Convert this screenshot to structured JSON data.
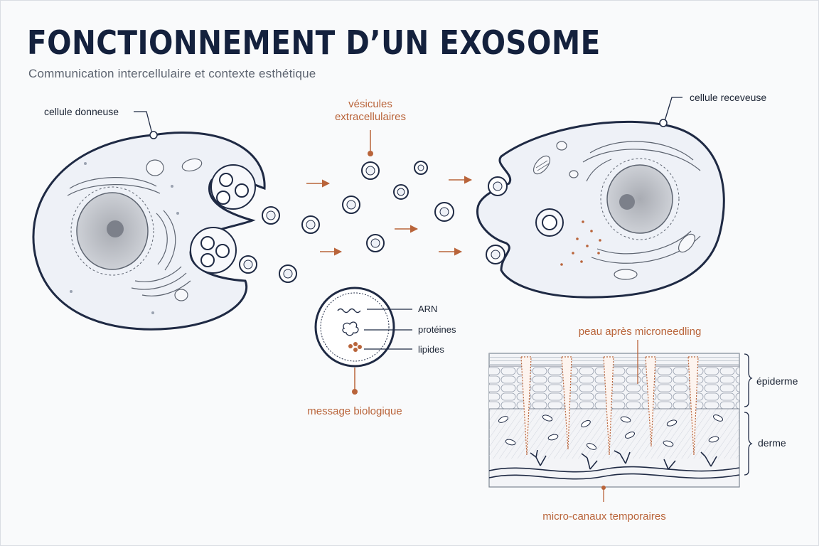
{
  "title": "FONCTIONNEMENT D’UN EXOSOME",
  "subtitle": "Communication intercellulaire et contexte esthétique",
  "labels": {
    "donor_cell": "cellule donneuse",
    "receiver_cell": "cellule receveuse",
    "vesicles_line1": "vésicules",
    "vesicles_line2": "extracellulaires",
    "arn": "ARN",
    "proteins": "protéines",
    "lipids": "lipides",
    "message": "message biologique",
    "skin": "peau après microneedling",
    "epidermis": "épiderme",
    "dermis": "derme",
    "channels": "micro-canaux temporaires"
  },
  "colors": {
    "ink": "#1f2a44",
    "accent": "#b9643a",
    "cell_fill": "#eef1f7",
    "nucleus": "#b9bcc3"
  }
}
